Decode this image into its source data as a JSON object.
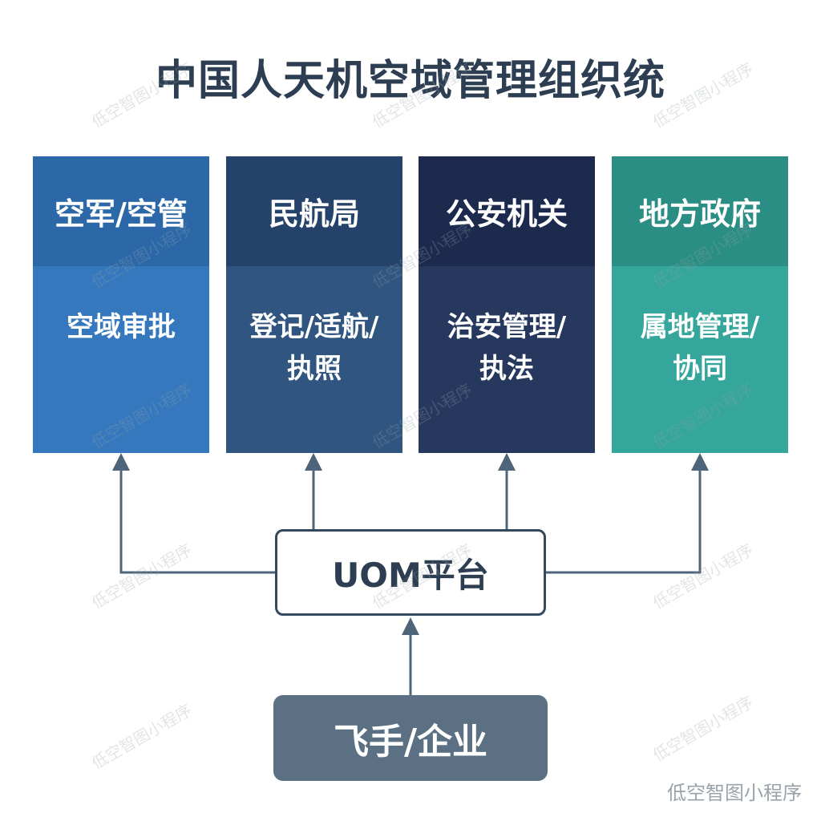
{
  "title": "中国人天机空域管理组织统",
  "columns": [
    {
      "header": "空军/空管",
      "body": "空域审批",
      "header_color": "#2c68a8",
      "body_color": "#3578bd"
    },
    {
      "header": "民航局",
      "body": "登记/适航/\n执照",
      "header_color": "#25426b",
      "body_color": "#2f5580"
    },
    {
      "header": "公安机关",
      "body": "治安管理/\n执法",
      "header_color": "#1c2b4d",
      "body_color": "#27385e"
    },
    {
      "header": "地方政府",
      "body": "属地管理/\n协同",
      "header_color": "#2b8e84",
      "body_color": "#35a69c"
    }
  ],
  "platform": {
    "label": "UOM平台"
  },
  "source": {
    "label": "飞手/企业"
  },
  "watermark": {
    "text": "低空智图小程序"
  },
  "colors": {
    "title": "#2d3e52",
    "connector": "#4e6478",
    "platform_border": "#34495e",
    "source_fill": "#5b7082"
  }
}
